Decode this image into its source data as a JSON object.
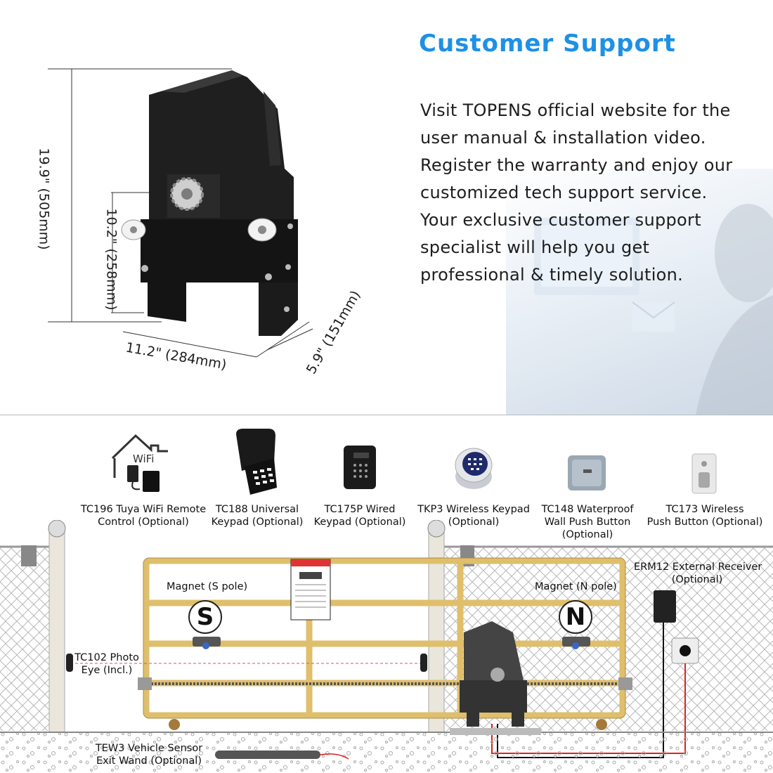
{
  "support": {
    "title": "Customer  Support",
    "lines": [
      "Visit TOPENS official website for the",
      "user manual & installation video.",
      "Register the warranty and enjoy our",
      "customized tech support service.",
      "Your exclusive customer support",
      "specialist will help you get",
      "professional & timely solution."
    ]
  },
  "dimensions": {
    "height_total": "19.9\" (505mm)",
    "height_shaft": "10.2\" (258mm)",
    "width": "11.2\" (284mm)",
    "depth": "5.9\" (151mm)"
  },
  "accessories": [
    {
      "line1": "TC196 Tuya WiFi Remote",
      "line2": "Control (Optional)",
      "line3": "",
      "icon": "wifi-house-icon"
    },
    {
      "line1": "TC188 Universal",
      "line2": "Keypad (Optional)",
      "line3": "",
      "icon": "universal-keypad-icon"
    },
    {
      "line1": "TC175P Wired",
      "line2": "Keypad (Optional)",
      "line3": "",
      "icon": "wired-keypad-icon"
    },
    {
      "line1": "TKP3 Wireless Keypad",
      "line2": "(Optional)",
      "line3": "",
      "icon": "wireless-keypad-icon"
    },
    {
      "line1": "TC148 Waterproof",
      "line2": "Wall Push Button",
      "line3": "(Optional)",
      "icon": "wall-push-button-icon"
    },
    {
      "line1": "TC173 Wireless",
      "line2": "Push Button (Optional)",
      "line3": "",
      "icon": "wireless-push-button-icon"
    }
  ],
  "wifi_label": "WiFi",
  "scene": {
    "magnet_s": "Magnet (S pole)",
    "magnet_n": "Magnet (N pole)",
    "letter_s": "S",
    "letter_n": "N",
    "photo_eye_1": "TC102 Photo",
    "photo_eye_2": "Eye (Incl.)",
    "receiver_1": "ERM12 External Receiver",
    "receiver_2": "(Optional)",
    "sensor_1": "TEW3 Vehicle Sensor",
    "sensor_2": "Exit Wand (Optional)"
  },
  "colors": {
    "title_blue": "#1e90e6",
    "gate_yellow": "#e8c872",
    "motor_dark": "#1b1b1b",
    "wire_red": "#d22"
  }
}
